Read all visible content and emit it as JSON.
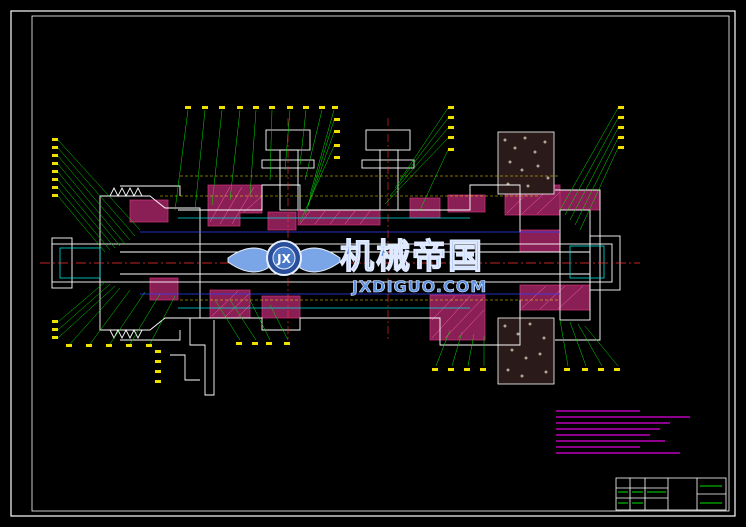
{
  "watermark": {
    "cn_text": "机械帝国",
    "en_text": "JXDIGUO.COM",
    "logo_text": "JX"
  },
  "colors": {
    "background": "#000000",
    "frame": "#ffffff",
    "outline": "#ffffff",
    "hatch": "#c8327a",
    "dim": "#00e000",
    "leader": "#00e000",
    "balloon": "#ffff00",
    "center": "#ff3030",
    "cyan": "#00e0e0",
    "blue": "#3040ff",
    "notes": "#e000e0",
    "yellow_hatch": "#f0e000"
  }
}
